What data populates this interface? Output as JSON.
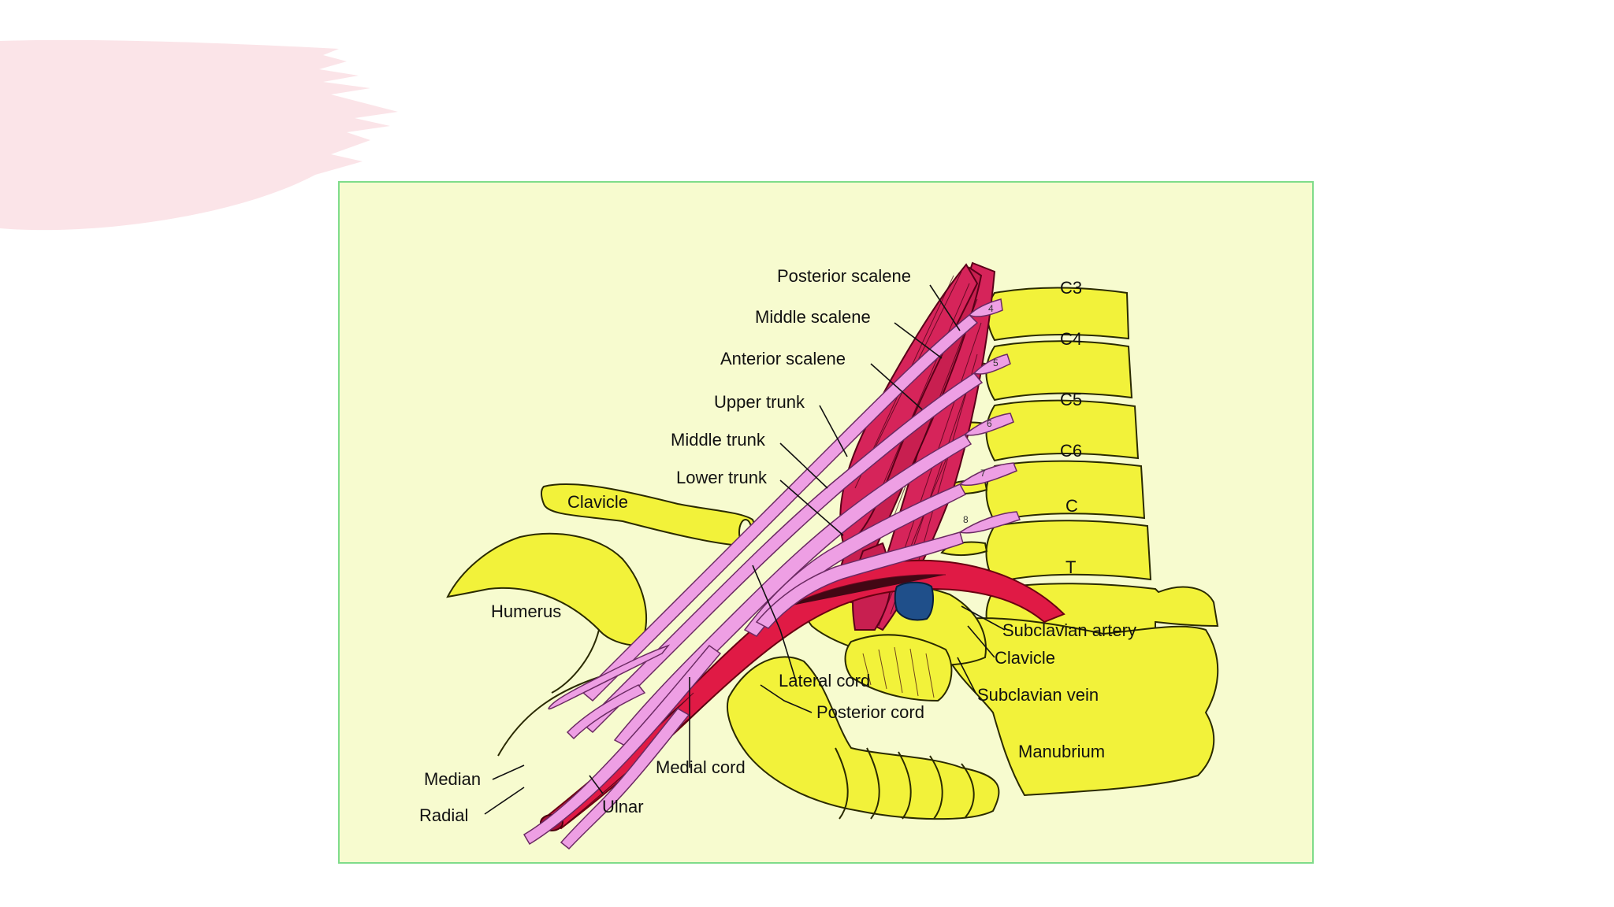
{
  "colors": {
    "panel_bg": "#f7fbcf",
    "panel_border": "#7fdc8a",
    "bone": "#f2f23a",
    "muscle": "#d6245a",
    "artery": "#e01a45",
    "nerve": "#ee9fe4",
    "vein": "#1f4f8a",
    "slide_accent": "#fbe4e8"
  },
  "labels": {
    "posterior_scalene": "Posterior scalene",
    "middle_scalene": "Middle scalene",
    "anterior_scalene": "Anterior scalene",
    "upper_trunk": "Upper trunk",
    "middle_trunk": "Middle trunk",
    "lower_trunk": "Lower trunk",
    "clavicle_left": "Clavicle",
    "humerus": "Humerus",
    "lateral_cord": "Lateral cord",
    "posterior_cord": "Posterior cord",
    "medial_cord": "Medial cord",
    "median": "Median",
    "radial": "Radial",
    "ulnar": "Ulnar",
    "subclavian_artery": "Subclavian artery",
    "clavicle_right": "Clavicle",
    "subclavian_vein": "Subclavian vein",
    "manubrium": "Manubrium",
    "c3": "C3",
    "c4": "C4",
    "c5": "C5",
    "c6": "C6",
    "c7": "C",
    "t1": "T"
  },
  "root_numbers": [
    "4",
    "5",
    "6",
    "7",
    "8"
  ]
}
